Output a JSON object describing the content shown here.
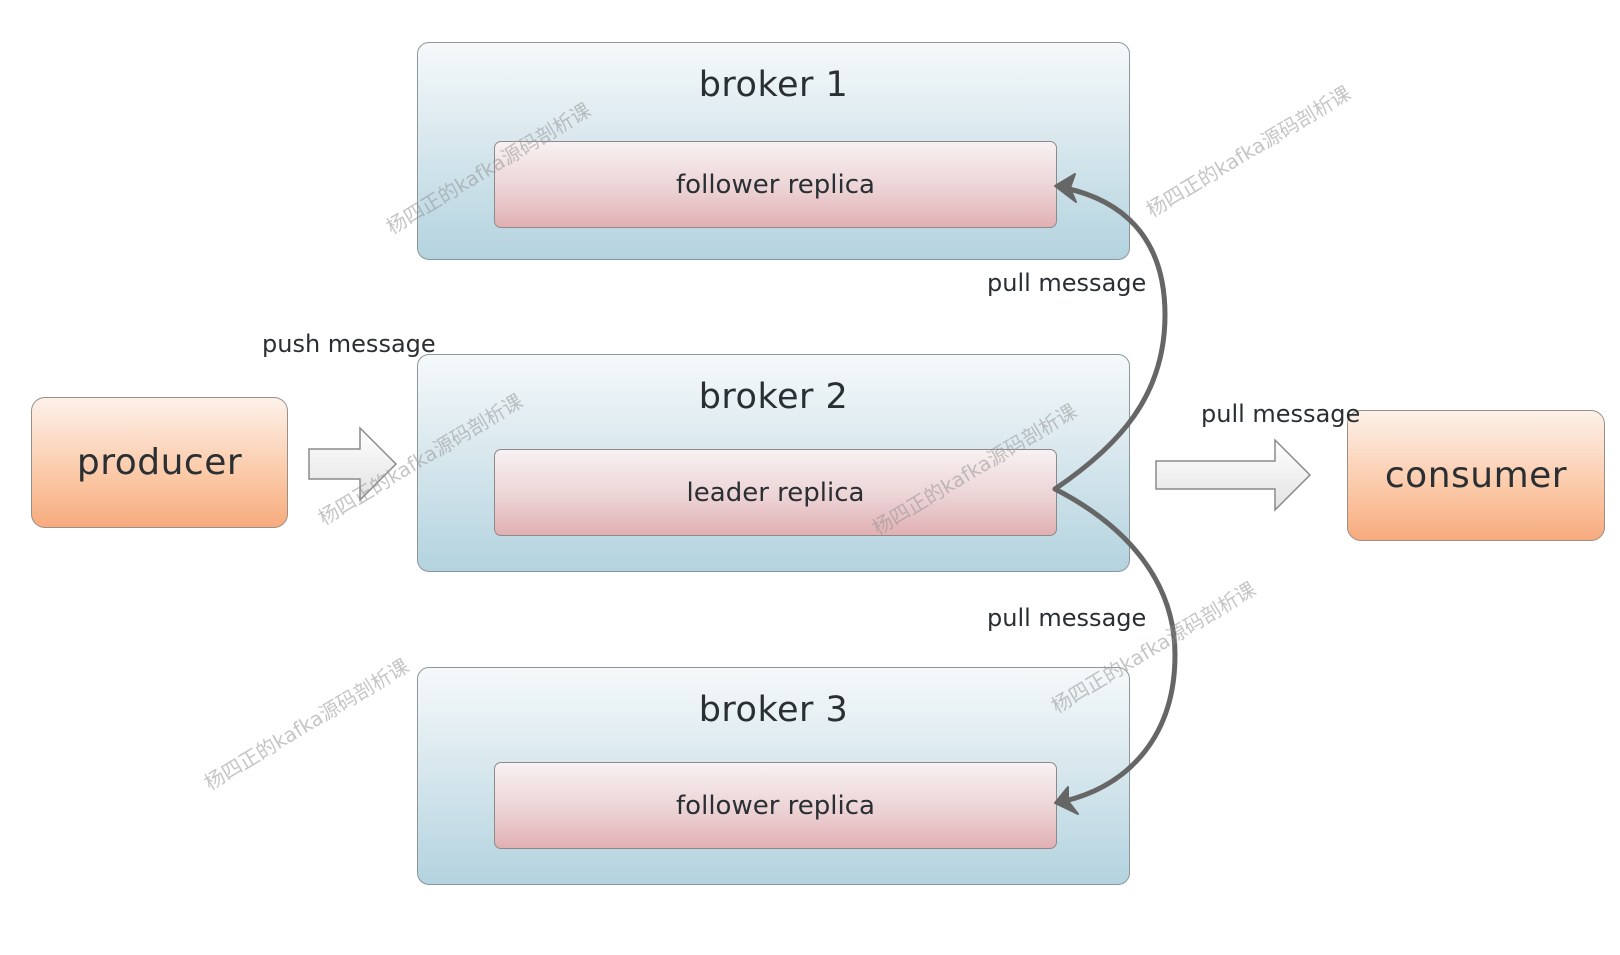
{
  "nodes": {
    "producer": "producer",
    "consumer": "consumer",
    "broker1": {
      "title": "broker 1",
      "replica": "follower replica"
    },
    "broker2": {
      "title": "broker 2",
      "replica": "leader replica"
    },
    "broker3": {
      "title": "broker 3",
      "replica": "follower replica"
    }
  },
  "edges": {
    "push": "push message",
    "pull_to_broker1": "pull message",
    "pull_to_broker3": "pull message",
    "pull_to_consumer": "pull message"
  },
  "watermark": "杨四正的kafka源码剖析课",
  "colors": {
    "broker_fill": "#b3d3df",
    "replica_fill": "#e1b0b3",
    "endpoint_fill": "#f7ab7e",
    "arrow": "#666666"
  },
  "icons": [
    "block-arrow-right-icon",
    "curved-arrow-icon"
  ]
}
